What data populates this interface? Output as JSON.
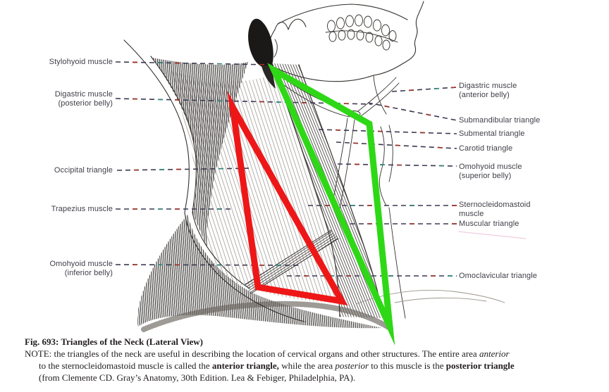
{
  "figure": {
    "left_labels": [
      {
        "line1": "Stylohyoid muscle",
        "line2": ""
      },
      {
        "line1": "Digastric muscle",
        "line2": "(posterior belly)"
      },
      {
        "line1": "Occipital triangle",
        "line2": ""
      },
      {
        "line1": "Trapezius muscle",
        "line2": ""
      },
      {
        "line1": "Omohyoid muscle",
        "line2": "(inferior belly)"
      }
    ],
    "right_labels": [
      {
        "line1": "Digastric muscle",
        "line2": "(anterior belly)"
      },
      {
        "line1": "Submandibular triangle",
        "line2": ""
      },
      {
        "line1": "Submental triangle",
        "line2": ""
      },
      {
        "line1": "Carotid triangle",
        "line2": ""
      },
      {
        "line1": "Omohyoid muscle",
        "line2": "(superior belly)"
      },
      {
        "line1": "Sternocleidomastoid",
        "line2": "muscle"
      },
      {
        "line1": "Muscular triangle",
        "line2": ""
      },
      {
        "line1": "Omoclavicular triangle",
        "line2": ""
      }
    ],
    "overlay_colors": {
      "posterior_triangle": "#ee1717",
      "anterior_triangle": "#2fd816"
    }
  },
  "caption": {
    "title": "Fig. 693: Triangles of the Neck (Lateral View)",
    "note": {
      "t1": "NOTE: the triangles of the neck are useful in describing the location of cervical organs and other structures. The entire area ",
      "i1": "anterior"
    },
    "line3": {
      "t1": "to the sternocleidomastoid muscle is called the ",
      "b1": "anterior triangle,",
      "t2": " while the area ",
      "i1": "posterior",
      "t3": " to this muscle is the ",
      "b2": "posterior triangle"
    },
    "source": "(from Clemente CD. Gray’s Anatomy, 30th Edition. Lea & Febiger, Philadelphia, PA)."
  }
}
